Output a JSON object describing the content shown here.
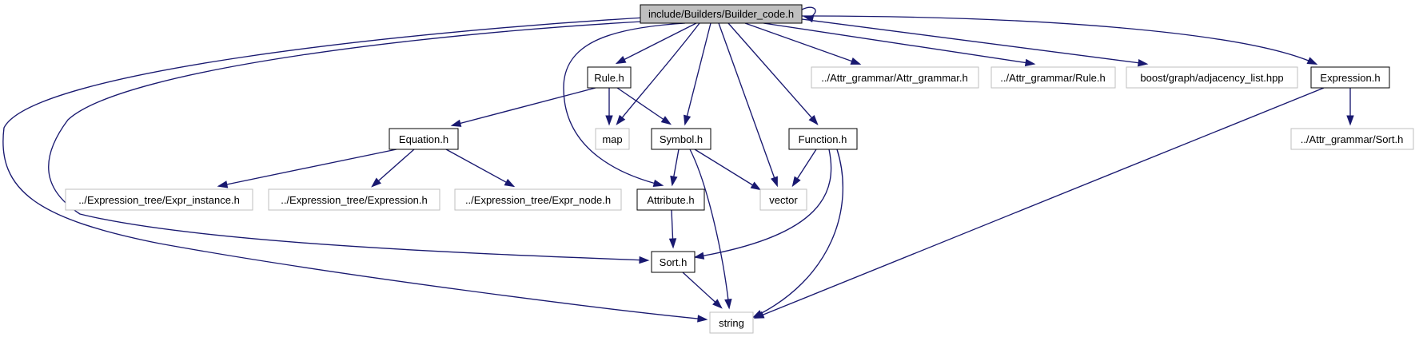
{
  "diagram": {
    "type": "include-dependency-graph",
    "colors": {
      "edge": "#191970",
      "root_fill": "#bfbfbf",
      "root_stroke": "#000000",
      "internal_stroke": "#000000",
      "external_stroke": "#bfbfbf",
      "node_fill": "#ffffff"
    },
    "nodes": {
      "builder_code": {
        "label": "include/Builders/Builder_code.h",
        "kind": "root"
      },
      "rule": {
        "label": "Rule.h",
        "kind": "internal"
      },
      "map": {
        "label": "map",
        "kind": "external"
      },
      "symbol": {
        "label": "Symbol.h",
        "kind": "internal"
      },
      "attr_grammar": {
        "label": "../Attr_grammar/Attr_grammar.h",
        "kind": "external"
      },
      "attr_rule": {
        "label": "../Attr_grammar/Rule.h",
        "kind": "external"
      },
      "adjacency": {
        "label": "boost/graph/adjacency_list.hpp",
        "kind": "external"
      },
      "expression": {
        "label": "Expression.h",
        "kind": "internal"
      },
      "equation": {
        "label": "Equation.h",
        "kind": "internal"
      },
      "function": {
        "label": "Function.h",
        "kind": "internal"
      },
      "attr_sort": {
        "label": "../Attr_grammar/Sort.h",
        "kind": "external"
      },
      "expr_instance": {
        "label": "../Expression_tree/Expr_instance.h",
        "kind": "external"
      },
      "expr_expression": {
        "label": "../Expression_tree/Expression.h",
        "kind": "external"
      },
      "expr_node": {
        "label": "../Expression_tree/Expr_node.h",
        "kind": "external"
      },
      "attribute": {
        "label": "Attribute.h",
        "kind": "internal"
      },
      "vector": {
        "label": "vector",
        "kind": "external"
      },
      "sort": {
        "label": "Sort.h",
        "kind": "internal"
      },
      "string": {
        "label": "string",
        "kind": "external"
      }
    },
    "edges": [
      [
        "builder_code",
        "builder_code"
      ],
      [
        "builder_code",
        "rule"
      ],
      [
        "builder_code",
        "map"
      ],
      [
        "builder_code",
        "symbol"
      ],
      [
        "builder_code",
        "attr_grammar"
      ],
      [
        "builder_code",
        "attr_rule"
      ],
      [
        "builder_code",
        "adjacency"
      ],
      [
        "builder_code",
        "expression"
      ],
      [
        "builder_code",
        "attribute"
      ],
      [
        "builder_code",
        "vector"
      ],
      [
        "builder_code",
        "function"
      ],
      [
        "builder_code",
        "sort"
      ],
      [
        "builder_code",
        "string"
      ],
      [
        "rule",
        "equation"
      ],
      [
        "rule",
        "map"
      ],
      [
        "rule",
        "symbol"
      ],
      [
        "equation",
        "expr_instance"
      ],
      [
        "equation",
        "expr_expression"
      ],
      [
        "equation",
        "expr_node"
      ],
      [
        "symbol",
        "attribute"
      ],
      [
        "symbol",
        "vector"
      ],
      [
        "symbol",
        "string"
      ],
      [
        "function",
        "vector"
      ],
      [
        "function",
        "sort"
      ],
      [
        "function",
        "string"
      ],
      [
        "attribute",
        "sort"
      ],
      [
        "sort",
        "string"
      ],
      [
        "expression",
        "attr_sort"
      ],
      [
        "expression",
        "string"
      ]
    ]
  }
}
